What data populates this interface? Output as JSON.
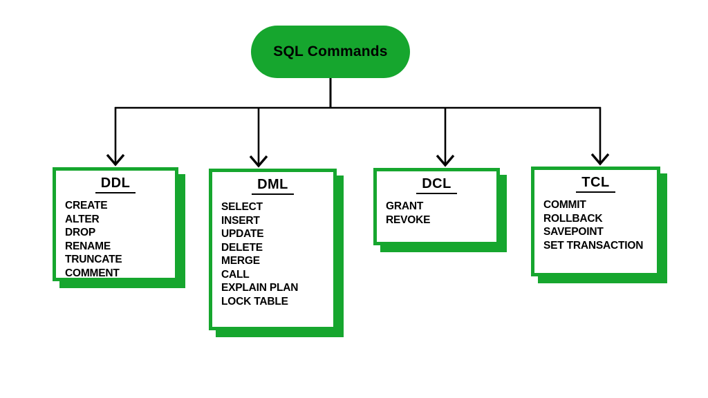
{
  "root": {
    "label": "SQL Commands"
  },
  "colors": {
    "node_green": "#16a62e",
    "connector_black": "#000000",
    "text_black": "#000000",
    "background": "#ffffff"
  },
  "boxes": [
    {
      "id": "ddl",
      "title": "DDL",
      "items": [
        "CREATE",
        "ALTER",
        "DROP",
        "RENAME",
        "TRUNCATE",
        "COMMENT"
      ]
    },
    {
      "id": "dml",
      "title": "DML",
      "items": [
        "SELECT",
        "INSERT",
        "UPDATE",
        "DELETE",
        "MERGE",
        "CALL",
        "EXPLAIN PLAN",
        "LOCK TABLE"
      ]
    },
    {
      "id": "dcl",
      "title": "DCL",
      "items": [
        "GRANT",
        "REVOKE"
      ]
    },
    {
      "id": "tcl",
      "title": "TCL",
      "items": [
        "COMMIT",
        "ROLLBACK",
        "SAVEPOINT",
        "SET TRANSACTION"
      ]
    }
  ]
}
